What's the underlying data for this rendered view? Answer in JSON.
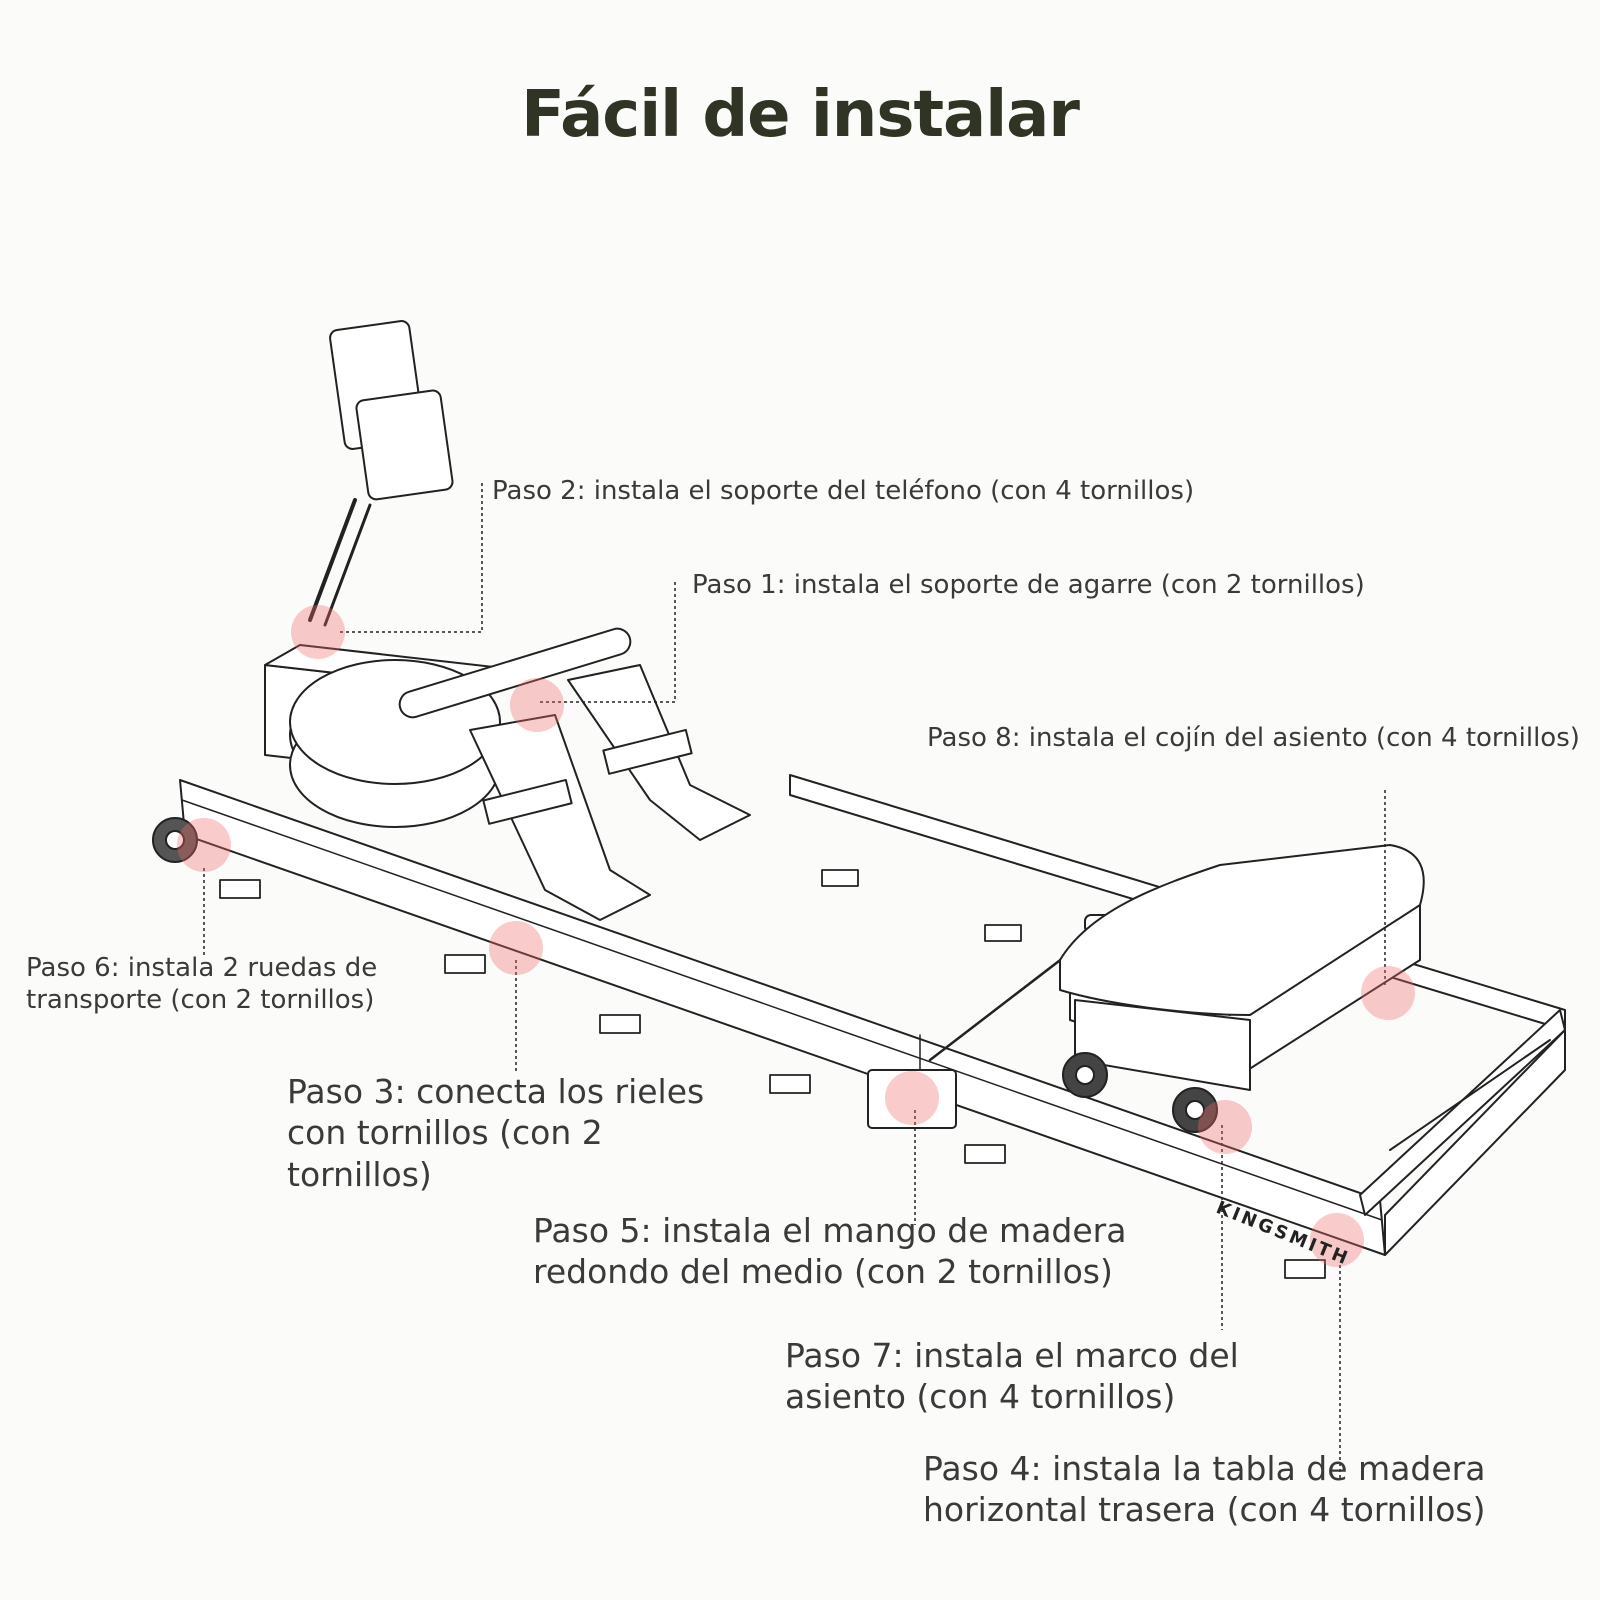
{
  "title": "Fácil de instalar",
  "brand": "KINGSMITH",
  "colors": {
    "title": "#2f3424",
    "text": "#3a3a3a",
    "line": "#222222",
    "highlight": "#f06a6a"
  },
  "steps": [
    {
      "id": "paso-1",
      "lines": [
        "Paso 1: instala el soporte de agarre (con 2 tornillos)"
      ]
    },
    {
      "id": "paso-2",
      "lines": [
        "Paso 2: instala el soporte del teléfono (con 4 tornillos)"
      ]
    },
    {
      "id": "paso-3",
      "lines": [
        "Paso 3: conecta los rieles",
        "con tornillos (con 2",
        "tornillos)"
      ]
    },
    {
      "id": "paso-4",
      "lines": [
        "Paso 4: instala la tabla de madera",
        "horizontal trasera (con 4 tornillos)"
      ]
    },
    {
      "id": "paso-5",
      "lines": [
        "Paso 5: instala el mango de madera",
        "redondo del medio (con 2 tornillos)"
      ]
    },
    {
      "id": "paso-6",
      "lines": [
        "Paso 6: instala 2 ruedas de",
        "transporte (con 2 tornillos)"
      ]
    },
    {
      "id": "paso-7",
      "lines": [
        "Paso 7: instala el marco del",
        "asiento (con 4 tornillos)"
      ]
    },
    {
      "id": "paso-8",
      "lines": [
        "Paso 8: instala el cojín del asiento (con 4 tornillos)"
      ]
    }
  ]
}
